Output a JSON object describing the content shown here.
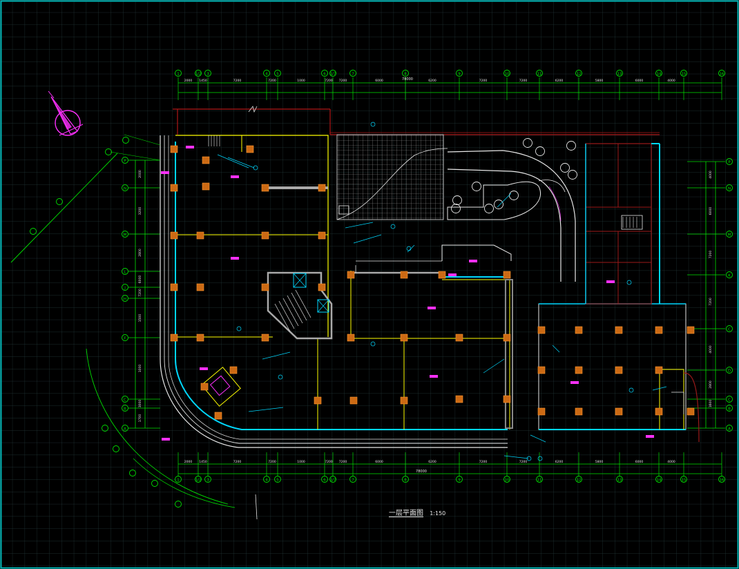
{
  "drawing": {
    "title": "一层平面图",
    "scale": "1:150",
    "overall_dimension": "78000"
  },
  "grid_axes_top": [
    "1",
    "1/2",
    "3",
    "4",
    "5",
    "6",
    "1/7",
    "7",
    "8",
    "9",
    "10",
    "11",
    "12",
    "13",
    "14",
    "15",
    "16"
  ],
  "grid_axes_left": [
    "P",
    "N",
    "M",
    "L",
    "J",
    "H",
    "F",
    "C",
    "B",
    "A"
  ],
  "grid_axes_right": [
    "P",
    "N",
    "M",
    "K",
    "C",
    "D",
    "C",
    "B",
    "A"
  ],
  "dims_top": [
    "2000",
    "1450",
    "7200",
    "7200",
    "1000",
    "7200",
    "7200",
    "6000",
    "6200",
    "7200",
    "7200",
    "6200",
    "5800",
    "6000",
    "4000"
  ],
  "dims_bottom": [
    "2000",
    "1450",
    "7200",
    "7200",
    "1000",
    "7200",
    "7200",
    "6000",
    "6200",
    "7200",
    "7200",
    "6200",
    "5800",
    "6000",
    "4000"
  ],
  "dims_left": [
    "2000",
    "3200",
    "2800",
    "6000",
    "7200",
    "1500",
    "1000",
    "3000",
    "1700",
    "2000"
  ],
  "dims_right": [
    "4000",
    "6000",
    "7200",
    "7200",
    "4000",
    "2800",
    "1600"
  ],
  "colors": {
    "background": "#000000",
    "grid": "#23393b",
    "frame": "#00b4b4",
    "axis": "#00e000",
    "wall": "#ffff00",
    "glass": "#00d8ff",
    "column": "#ff8a00",
    "label": "#ff30ff",
    "hatch": "#bdbdbd",
    "brick": "#9b1a1a",
    "text": "#e8e8e8"
  },
  "icons": [
    "north-arrow-icon",
    "tree-icon",
    "elevator-icon",
    "stair-icon"
  ]
}
